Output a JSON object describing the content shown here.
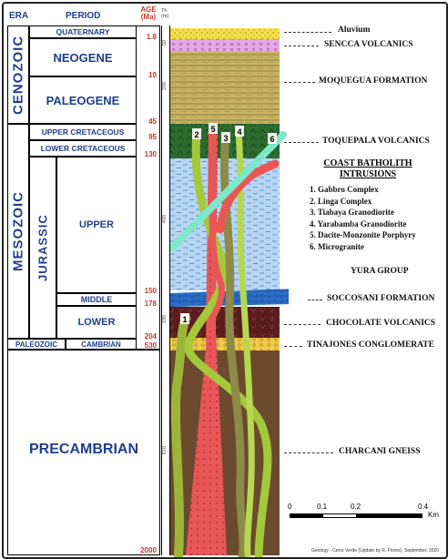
{
  "headers": {
    "era": "ERA",
    "period": "PERIOD",
    "age": "AGE\n(Ma)",
    "thickness": "Th.\n(m)"
  },
  "eras": [
    {
      "key": "cenozoic",
      "label": "CENOZOIC"
    },
    {
      "key": "mesozoic",
      "label": "MESOZOIC"
    },
    {
      "key": "paleozoic",
      "label": "PALEOZOIC"
    },
    {
      "key": "precambrian",
      "label": "PRECAMBRIAN"
    }
  ],
  "periods": {
    "quaternary": "QUATERNARY",
    "neogene": "NEOGENE",
    "paleogene": "PALEOGENE",
    "upper_cretaceous": "UPPER CRETACEOUS",
    "lower_cretaceous": "LOWER CRETACEOUS",
    "jurassic": "JURASSIC",
    "upper": "UPPER",
    "middle": "MIDDLE",
    "lower": "LOWER",
    "cambrian": "CAMBRIAN"
  },
  "ages": [
    "1.8",
    "10",
    "45",
    "95",
    "130",
    "150",
    "178",
    "204",
    "530",
    "2000"
  ],
  "thickness_ticks": [
    "50",
    "200",
    "400",
    "100",
    "610"
  ],
  "intrusion_numbers": [
    "1",
    "2",
    "3",
    "4",
    "5",
    "6"
  ],
  "units": [
    "Aluvium",
    "SENCCA VOLCANICS",
    "MOQUEGUA FORMATION",
    "TOQUEPALA VOLCANICS",
    "YURA GROUP",
    "SOCCOSANI FORMATION",
    "CHOCOLATE VOLCANICS",
    "TINAJONES CONGLOMERATE",
    "CHARCANI GNEISS"
  ],
  "legend": {
    "title_line1": "COAST BATHOLITH",
    "title_line2": "INTRUSIONS",
    "items": [
      "1. Gabbro Complex",
      "2. Linga Complex",
      "3. Tiabaya Granodiorite",
      "4. Yarabamba Granodiorite",
      "5. Dacite-Monzonite Porphyry",
      "6. Microgranite"
    ]
  },
  "scale_bar": {
    "ticks": [
      "0",
      "0.1",
      "0.2",
      "0.4"
    ],
    "unit": "Km"
  },
  "credit": "Geology - Cerro Verde (Update by R. Flores). September, 2020",
  "colors": {
    "aluvium": "#f4e04d",
    "sencca": "#e7a9e6",
    "moquegua": "#c8b265",
    "toquepala": "#2e6b2e",
    "yura": "#b8d6f2",
    "soccosani": "#2a6fc9",
    "chocolate": "#5a1c1c",
    "tinajones": "#f0c84a",
    "gneiss": "#6b4a2e",
    "era_text": "#1f3f8a",
    "age_text": "#c0392b",
    "gabbro": "#9bb53a",
    "linga": "#a3c93a",
    "tiabaya": "#8c8b48",
    "yarabamba": "#b6d850",
    "porphyry": "#e85757",
    "microgranite": "#7fe7c9"
  }
}
